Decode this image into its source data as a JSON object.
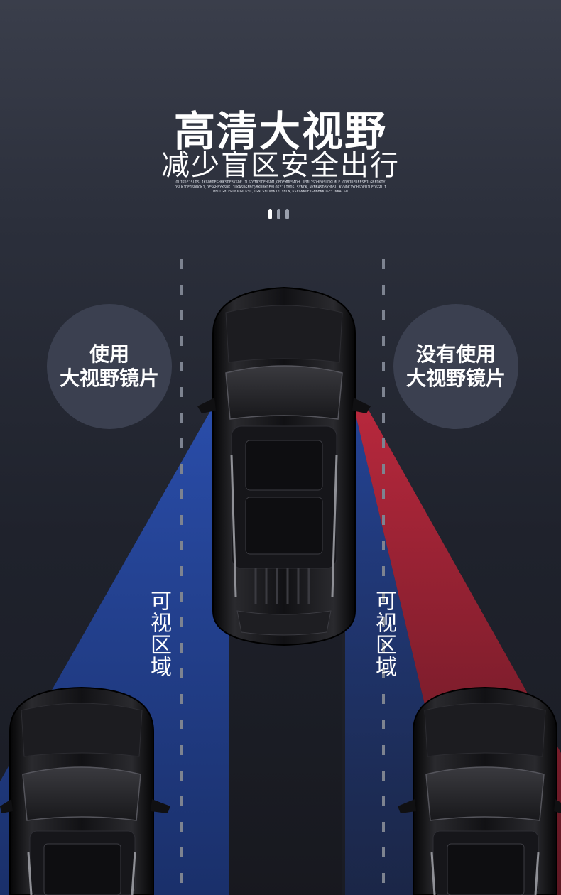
{
  "headline": {
    "title": "高清大视野",
    "subtitle": "减少盲区安全出行",
    "fine_print": "OLJKDFJSLDS.JKGOMDFGHHKSDFBKSDF.JLSDYMKSDFHSDM,GBDFMMFSADH.JFMLJSDHFOSLDKLMLF.CDBJDFDFFSEJLGNFDKIY OSLKJDFJSDNGKJ,DFSGHBYKSDK.JLKASDGFNC)BKDBKDFYLOKFJLIMDSLSYNCK,NYNBASDBYHDSL KVNDKJYCHSDFUJLFDSGN,IMFDLGMTERLNXURCKSD,IGNLSFDVMKJYCYNLN,KSFGNKDFJGHBHKKDSFYJNKALSD"
  },
  "page_indicator": {
    "count": 3,
    "active": 0,
    "active_color": "#ffffff",
    "inactive_color": "#9aa0ad"
  },
  "labels": {
    "with_lens": [
      "使用",
      "大视野镜片"
    ],
    "without_lens": [
      "没有使用",
      "大视野镜片"
    ],
    "visible_zone_left": "可视区域",
    "visible_zone_right": "可视区域"
  },
  "colors": {
    "blue_zone": "#1f3f8c",
    "red_zone": "#a01e33",
    "circle_bg": "#3b4050",
    "lane_line": "#7d8390",
    "car_body": "#141416"
  }
}
